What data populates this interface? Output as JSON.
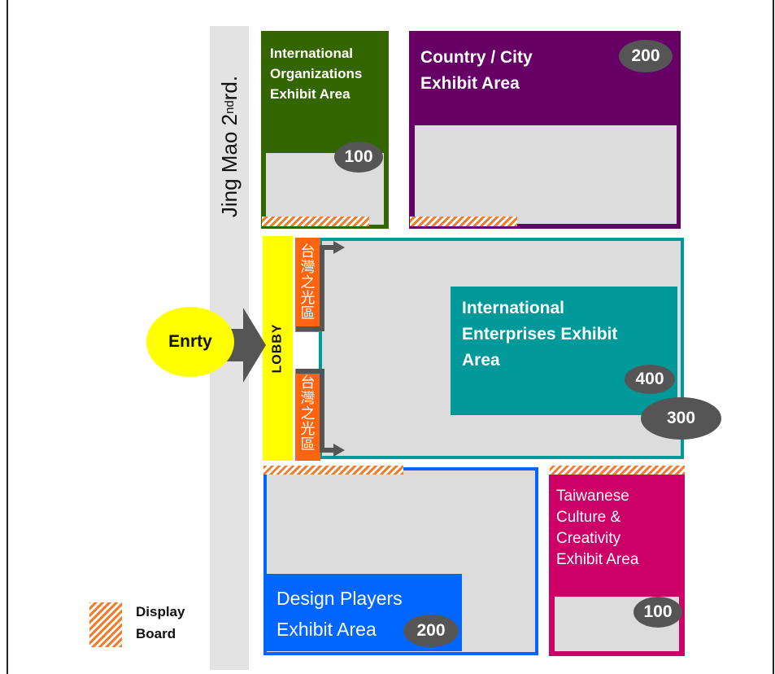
{
  "road": {
    "name": "Jing Mao 2",
    "suffix": "nd",
    "end": " rd."
  },
  "areas": {
    "intl_org": {
      "title": [
        "International",
        "Organizations",
        "Exhibit Area"
      ],
      "count": "100",
      "color": "#336600"
    },
    "country_city": {
      "title": [
        "Country / City",
        "Exhibit  Area"
      ],
      "count": "200",
      "color": "#660066"
    },
    "intl_enterprises": {
      "title": [
        "International",
        "Enterprises Exhibit",
        "Area"
      ],
      "count_inner": "400",
      "count_outer": "300",
      "color": "#009999"
    },
    "design_players": {
      "title": [
        "Design Players",
        "Exhibit Area"
      ],
      "count": "200",
      "color": "#0066ff"
    },
    "taiwanese_culture": {
      "title": [
        "Taiwanese",
        "Culture &",
        "Creativity",
        "Exhibit Area"
      ],
      "count": "100",
      "color": "#cc0066"
    }
  },
  "taiwan_zone": {
    "chars": [
      "台",
      "灣",
      "之",
      "光",
      "區"
    ],
    "color": "#ff6410"
  },
  "lobby": "LOBBY",
  "entry": "Enrty",
  "legend": {
    "label_line1": "Display",
    "label_line2": "Board"
  }
}
